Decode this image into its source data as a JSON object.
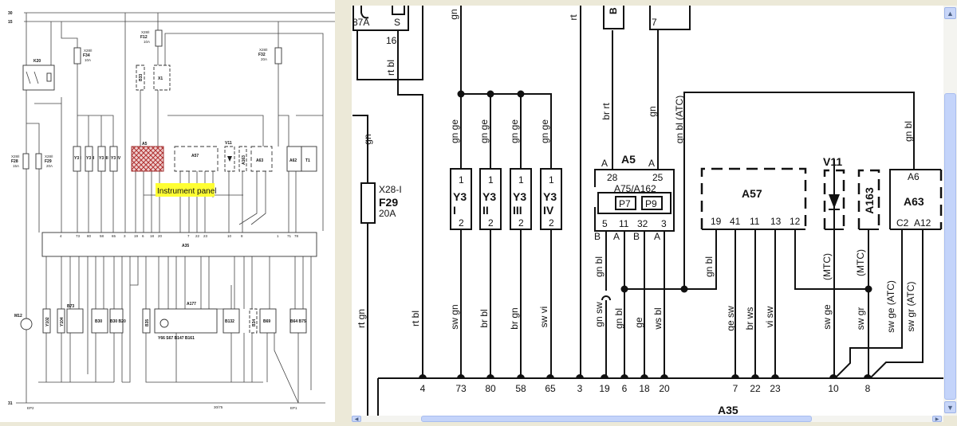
{
  "overview": {
    "rails": {
      "r30": "30",
      "r15": "15",
      "r31": "31"
    },
    "fuses": [
      {
        "conn": "X28/I",
        "name": "F12",
        "rating": "10A"
      },
      {
        "conn": "X28/I",
        "name": "F34",
        "rating": "10A"
      },
      {
        "conn": "X28/I",
        "name": "F32",
        "rating": "20A"
      },
      {
        "conn": "X28/I",
        "name": "F28",
        "rating": "15A"
      },
      {
        "conn": "X28/I",
        "name": "F29",
        "rating": "20A"
      }
    ],
    "upper_components": [
      "K20",
      "B33",
      "X1",
      "Y3 I",
      "Y3 II",
      "Y3 III",
      "Y3 IV",
      "A5",
      "A57",
      "V11",
      "A163",
      "A63",
      "A62",
      "T1"
    ],
    "callout": "Instrument panel",
    "bus_name": "A35",
    "bus_top_pins": [
      "4",
      "73",
      "80",
      "58",
      "65",
      "3",
      "19",
      "6",
      "18",
      "20",
      "7",
      "22",
      "23",
      "10",
      "8",
      "1",
      "71",
      "78"
    ],
    "lower_components": [
      "Y102",
      "Y104",
      "B73",
      "B30",
      "B30 B20",
      "B35",
      "A177",
      "B132",
      "B34",
      "B69",
      "B64 B75"
    ],
    "a177_parts": "Y66  S67  B147  B161",
    "motor": "M12",
    "grounds": {
      "ep2": "EP2",
      "mid": "30/75",
      "ep1": "EP1"
    }
  },
  "detail": {
    "top": {
      "pin_87a": "87A",
      "pin_s": "S",
      "pin_16": "16",
      "pin_7": "7",
      "conn_b": "B"
    },
    "fuse": {
      "conn": "X28-I",
      "name": "F29",
      "rating": "20A"
    },
    "y3": [
      {
        "name": "Y3",
        "sub": "I",
        "pin_top": "1",
        "pin_bottom": "2"
      },
      {
        "name": "Y3",
        "sub": "II",
        "pin_top": "1",
        "pin_bottom": "2"
      },
      {
        "name": "Y3",
        "sub": "III",
        "pin_top": "1",
        "pin_bottom": "2"
      },
      {
        "name": "Y3",
        "sub": "IV",
        "pin_top": "1",
        "pin_bottom": "2"
      }
    ],
    "a5": {
      "name": "A5",
      "inner": "A75/A162",
      "p7": "P7",
      "p9": "P9",
      "top_pins": [
        "28",
        "25"
      ],
      "top_letters": [
        "A",
        "A"
      ],
      "bottom_pins": [
        "5",
        "11",
        "32",
        "3"
      ],
      "bottom_letters": [
        "B",
        "A",
        "B",
        "A"
      ]
    },
    "a57": {
      "name": "A57",
      "pins": [
        "19",
        "41",
        "11",
        "13",
        "12"
      ]
    },
    "v11": {
      "name": "V11"
    },
    "a163": {
      "name": "A163"
    },
    "a63": {
      "name": "A63",
      "pin_top": "A6",
      "pins": [
        "C2",
        "A12"
      ]
    },
    "bus": {
      "name": "A35",
      "pins": [
        "4",
        "73",
        "80",
        "58",
        "65",
        "3",
        "19",
        "6",
        "18",
        "20",
        "7",
        "22",
        "23",
        "10",
        "8"
      ]
    },
    "wires": [
      "gn",
      "rt",
      "rt bl",
      "gn",
      "gn ge",
      "gn ge",
      "gn ge",
      "gn ge",
      "br rt",
      "gn",
      "gn bl (ATC)",
      "gn bl",
      "rt gn",
      "rt bl",
      "sw gn",
      "br bl",
      "br gn",
      "sw vi",
      "gn bl",
      "gn sw",
      "gn bl",
      "ge",
      "ws bl",
      "gn bl",
      "ge sw",
      "br ws",
      "vi sw",
      "(MTC)",
      "sw ge",
      "(MTC)",
      "sw gr",
      "sw ge  (ATC)",
      "sw gr  (ATC)"
    ]
  },
  "scrollbars": {
    "up": "▲",
    "down": "▼",
    "left": "◀",
    "right": "▶"
  }
}
